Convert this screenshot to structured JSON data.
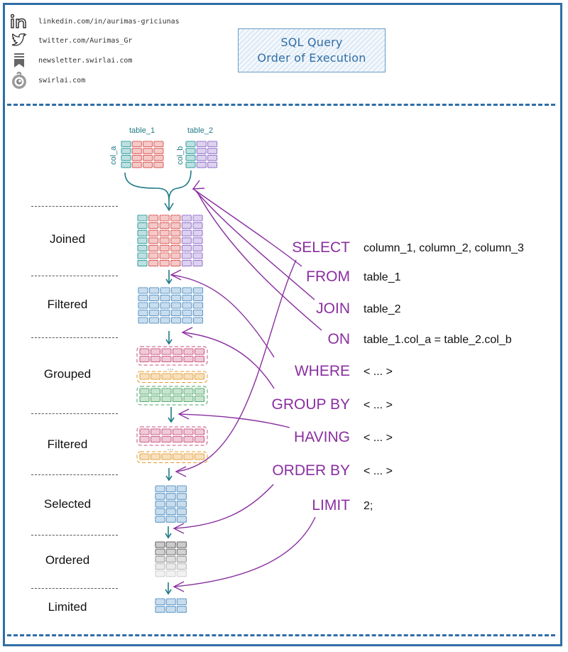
{
  "social_links": [
    {
      "icon": "linkedin-icon",
      "text": "linkedin.com/in/aurimas-griciunas"
    },
    {
      "icon": "twitter-icon",
      "text": "twitter.com/Aurimas_Gr"
    },
    {
      "icon": "newsletter-icon",
      "text": "newsletter.swirlai.com"
    },
    {
      "icon": "swirlai-logo-icon",
      "text": "swirlai.com"
    }
  ],
  "title": {
    "line1": "SQL Query",
    "line2": "Order of Execution"
  },
  "source_tables": {
    "table_1": {
      "name": "table_1",
      "key_column": "col_a"
    },
    "table_2": {
      "name": "table_2",
      "key_column": "col_b"
    }
  },
  "stages": [
    {
      "label": "Joined"
    },
    {
      "label": "Filtered"
    },
    {
      "label": "Grouped"
    },
    {
      "label": "Filtered"
    },
    {
      "label": "Selected"
    },
    {
      "label": "Ordered"
    },
    {
      "label": "Limited"
    }
  ],
  "query": [
    {
      "keyword": "SELECT",
      "argument": "column_1, column_2, column_3"
    },
    {
      "keyword": "FROM",
      "argument": "table_1"
    },
    {
      "keyword": "JOIN",
      "argument": "table_2"
    },
    {
      "keyword": "ON",
      "argument": "table_1.col_a = table_2.col_b"
    },
    {
      "keyword": "WHERE",
      "argument": "< ... >"
    },
    {
      "keyword": "GROUP BY",
      "argument": "< ... >"
    },
    {
      "keyword": "HAVING",
      "argument": "< ... >"
    },
    {
      "keyword": "ORDER BY",
      "argument": "< ... >"
    },
    {
      "keyword": "LIMIT",
      "argument": "2;"
    }
  ],
  "colors": {
    "frame": "#2f6ea6",
    "keyword": "#8a2fa0",
    "flow_arrow": "#1f7a86",
    "table_1": "#d9534f",
    "table_2": "#8e6cc9",
    "key_col": "#2a9a9a",
    "result": "#4f8fc4",
    "group_pink": "#c94f7c",
    "group_orange": "#e59a2e",
    "group_green": "#4aa564",
    "ordered": "#555555"
  }
}
